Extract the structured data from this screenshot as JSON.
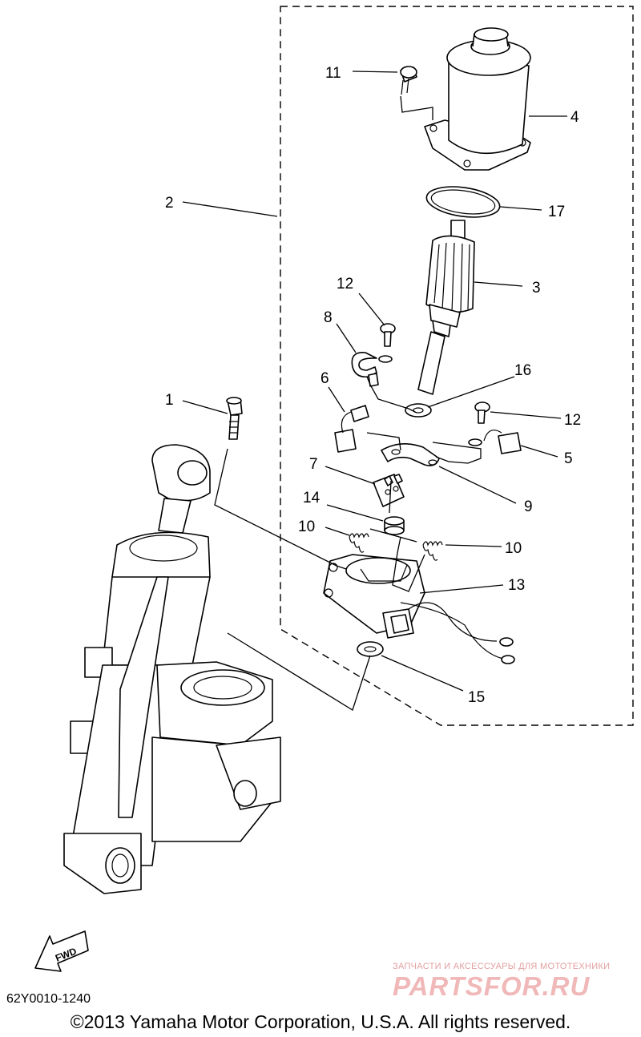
{
  "callouts": {
    "c1": "1",
    "c2": "2",
    "c3": "3",
    "c4": "4",
    "c5": "5",
    "c6": "6",
    "c7": "7",
    "c8": "8",
    "c9": "9",
    "c10a": "10",
    "c10b": "10",
    "c11": "11",
    "c12a": "12",
    "c12b": "12",
    "c13": "13",
    "c14": "14",
    "c15": "15",
    "c16": "16",
    "c17": "17"
  },
  "fwd_label": "FWD",
  "diagram_code": "62Y0010-1240",
  "copyright": "©2013 Yamaha Motor Corporation, U.S.A. All rights reserved.",
  "watermark": {
    "tagline": "ЗАПЧАСТИ И АКСЕССУАРЫ ДЛЯ МОТОТЕХНИКИ",
    "logo": "PARTSFOR.RU"
  }
}
